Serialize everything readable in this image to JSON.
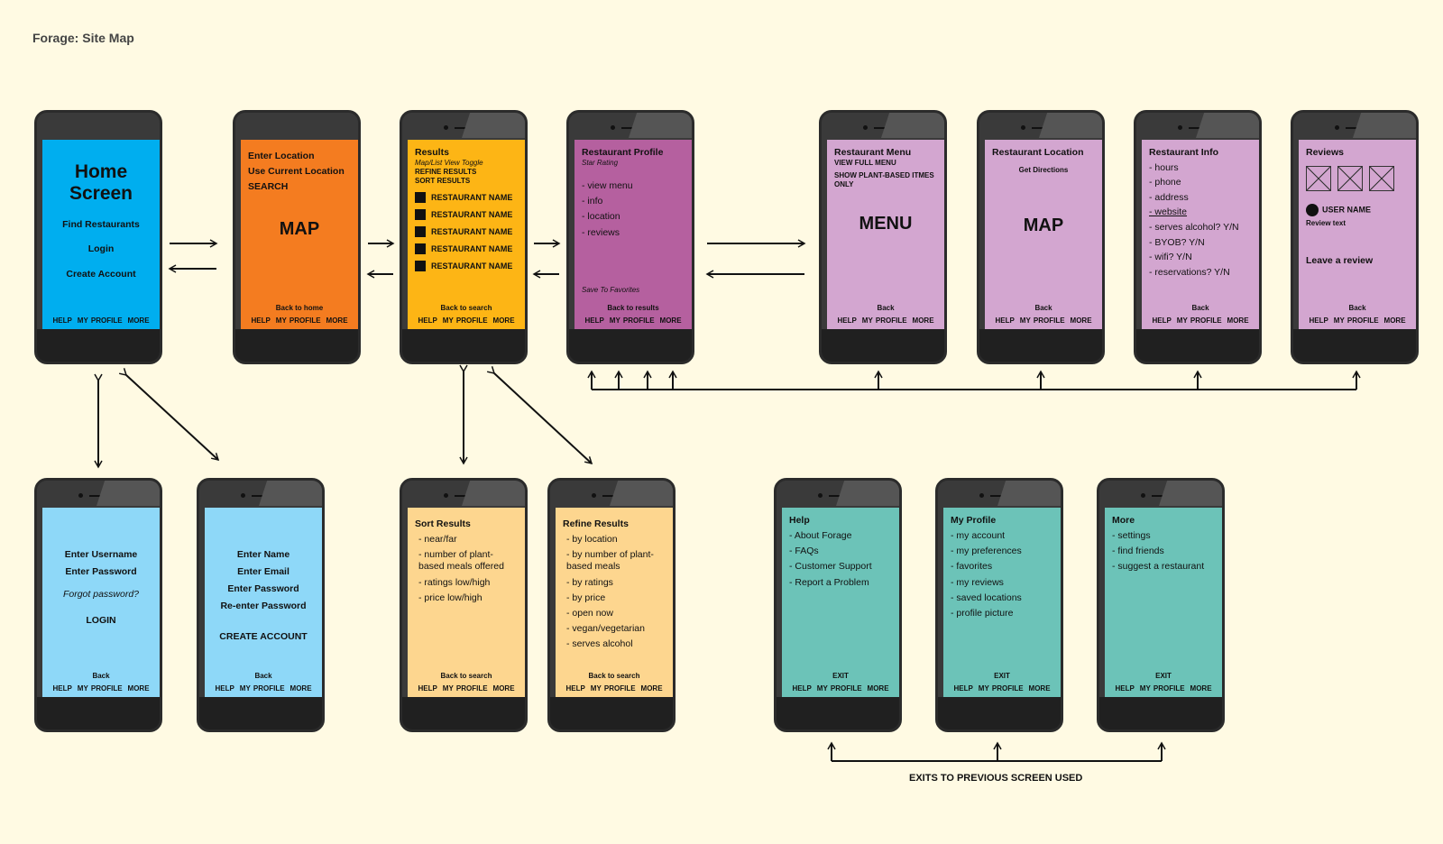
{
  "title": "Forage: Site Map",
  "footer": {
    "help": "HELP",
    "profile": "MY PROFILE",
    "more": "MORE"
  },
  "colors": {
    "background": "#fffae3",
    "home": "#00aeef",
    "search": "#f47c20",
    "results": "#fdb515",
    "profile": "#b5609f",
    "detail": "#d3a6d0",
    "account": "#8ed8f8",
    "sort": "#fdd68f",
    "menu": "#6cc3b8"
  },
  "screens": {
    "home": {
      "title": "Home Screen",
      "items": [
        "Find Restaurants",
        "Login",
        "Create Account"
      ]
    },
    "search": {
      "items": [
        "Enter Location",
        "Use Current Location",
        "SEARCH"
      ],
      "map": "MAP",
      "back": "Back to home"
    },
    "results": {
      "title": "Results",
      "toggle": "Map/List View Toggle",
      "refine": "REFINE RESULTS",
      "sort": "SORT RESULTS",
      "names": [
        "RESTAURANT NAME",
        "RESTAURANT NAME",
        "RESTAURANT NAME",
        "RESTAURANT NAME",
        "RESTAURANT NAME"
      ],
      "back": "Back to search"
    },
    "profile": {
      "title": "Restaurant Profile",
      "rating": "Star Rating",
      "items": [
        "- view menu",
        "- info",
        "- location",
        "- reviews"
      ],
      "save": "Save To Favorites",
      "back": "Back to results"
    },
    "menu": {
      "title": "Restaurant Menu",
      "full": "VIEW FULL MENU",
      "plant": "SHOW PLANT-BASED ITMES ONLY",
      "label": "MENU",
      "back": "Back"
    },
    "location": {
      "title": "Restaurant Location",
      "directions": "Get Directions",
      "label": "MAP",
      "back": "Back"
    },
    "info": {
      "title": "Restaurant Info",
      "items": [
        "- hours",
        "- phone",
        "- address",
        "- website",
        "- serves alcohol? Y/N",
        "- BYOB? Y/N",
        "- wifi? Y/N",
        "- reservations? Y/N"
      ],
      "back": "Back"
    },
    "reviews": {
      "title": "Reviews",
      "user": "USER NAME",
      "text": "Review text",
      "leave": "Leave a review",
      "back": "Back"
    },
    "login": {
      "items": [
        "Enter Username",
        "Enter Password"
      ],
      "forgot": "Forgot password?",
      "action": "LOGIN",
      "back": "Back"
    },
    "create": {
      "items": [
        "Enter Name",
        "Enter Email",
        "Enter Password",
        "Re-enter Password"
      ],
      "action": "CREATE ACCOUNT",
      "back": "Back"
    },
    "sort": {
      "title": "Sort Results",
      "items": [
        "- near/far",
        "- number of plant-based meals offered",
        "- ratings low/high",
        "- price low/high"
      ],
      "back": "Back to search"
    },
    "refine": {
      "title": "Refine Results",
      "items": [
        "- by location",
        "- by number of plant-based meals",
        "- by ratings",
        "- by price",
        "- open now",
        "- vegan/vegetarian",
        "- serves alcohol"
      ],
      "back": "Back to search"
    },
    "help": {
      "title": "Help",
      "items": [
        "- About Forage",
        "- FAQs",
        "- Customer Support",
        "- Report a Problem"
      ],
      "back": "EXIT"
    },
    "myprofile": {
      "title": "My Profile",
      "items": [
        "- my account",
        "- my preferences",
        "- favorites",
        "- my reviews",
        "- saved locations",
        "- profile picture"
      ],
      "back": "EXIT"
    },
    "more": {
      "title": "More",
      "items": [
        "- settings",
        "- find friends",
        "- suggest a restaurant"
      ],
      "back": "EXIT"
    }
  },
  "exit_note": "EXITS TO PREVIOUS SCREEN USED"
}
